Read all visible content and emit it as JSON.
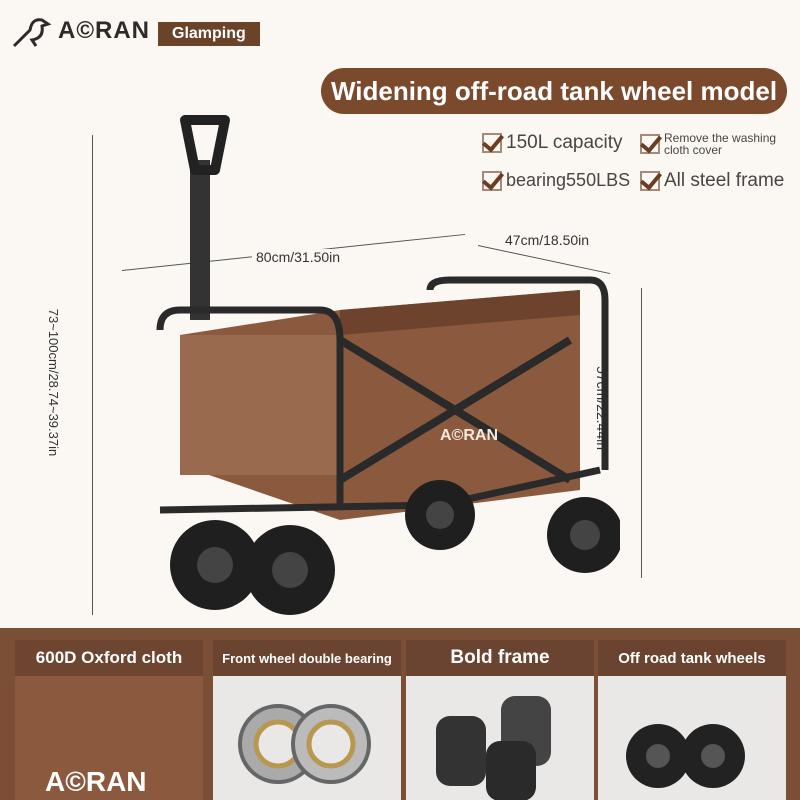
{
  "brand": {
    "logo_text": "A©RAN",
    "tag": "Glamping"
  },
  "headline": "Widening off-road tank wheel model",
  "features": [
    "150L capacity",
    "Remove the washing cloth cover",
    "bearing550LBS",
    "All steel frame"
  ],
  "dimensions": {
    "length": "80cm/31.50in",
    "width": "47cm/18.50in",
    "height": "57cm/22.44in",
    "handle": "73~100cm/28.74~39.37in"
  },
  "product_logo": "A©RAN",
  "panels": [
    {
      "title": "600D Oxford cloth",
      "logo": "A©RAN"
    },
    {
      "title": "Front wheel double bearing"
    },
    {
      "title": "Bold frame"
    },
    {
      "title": "Off road tank wheels"
    }
  ],
  "colors": {
    "brand": "#7b4a2c",
    "cloth": "#8b5a3e"
  }
}
